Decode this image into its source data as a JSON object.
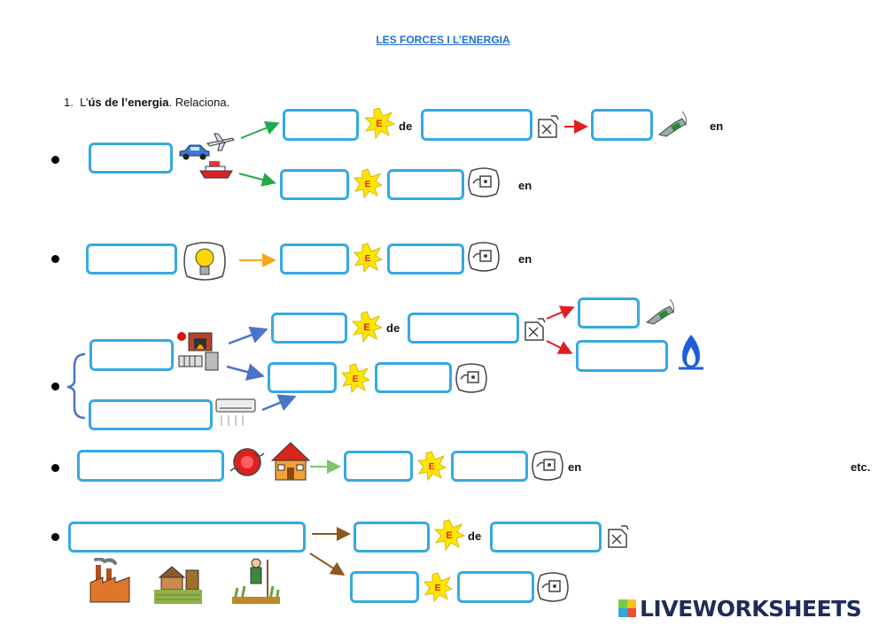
{
  "worksheet": {
    "title": "LES FORCES I L’ENERGIA",
    "instruction": {
      "number": "1.",
      "prefix": "L’",
      "bold": "ús de l’energia",
      "suffix": ". Relaciona."
    },
    "connectors": {
      "de": "de",
      "en": "en",
      "etc": "etc."
    },
    "energy_badge": "E"
  },
  "brand": {
    "name": "LIVEWORKSHEETS",
    "colors": {
      "box_border": "#35a9e3",
      "title_link": "#1f6fd0",
      "arrow_green": "#22a84a",
      "arrow_red": "#e02020",
      "arrow_orange": "#f5a623",
      "arrow_blue": "#4a74c8",
      "arrow_lightgreen": "#7ac36a",
      "arrow_brown": "#8a5a1a",
      "logo_text": "#1d2d5a"
    }
  },
  "icons": [
    "car-icon",
    "airplane-icon",
    "ship-icon",
    "fuel-can-icon",
    "fuel-nozzle-icon",
    "outlet-icon",
    "light-bulb-icon",
    "fireplace-icon",
    "radiator-icon",
    "heater-icon",
    "air-conditioner-icon",
    "gas-flame-icon",
    "hot-plate-icon",
    "house-icon",
    "factory-icon",
    "farm-icon",
    "farmer-icon",
    "energy-star-icon"
  ]
}
